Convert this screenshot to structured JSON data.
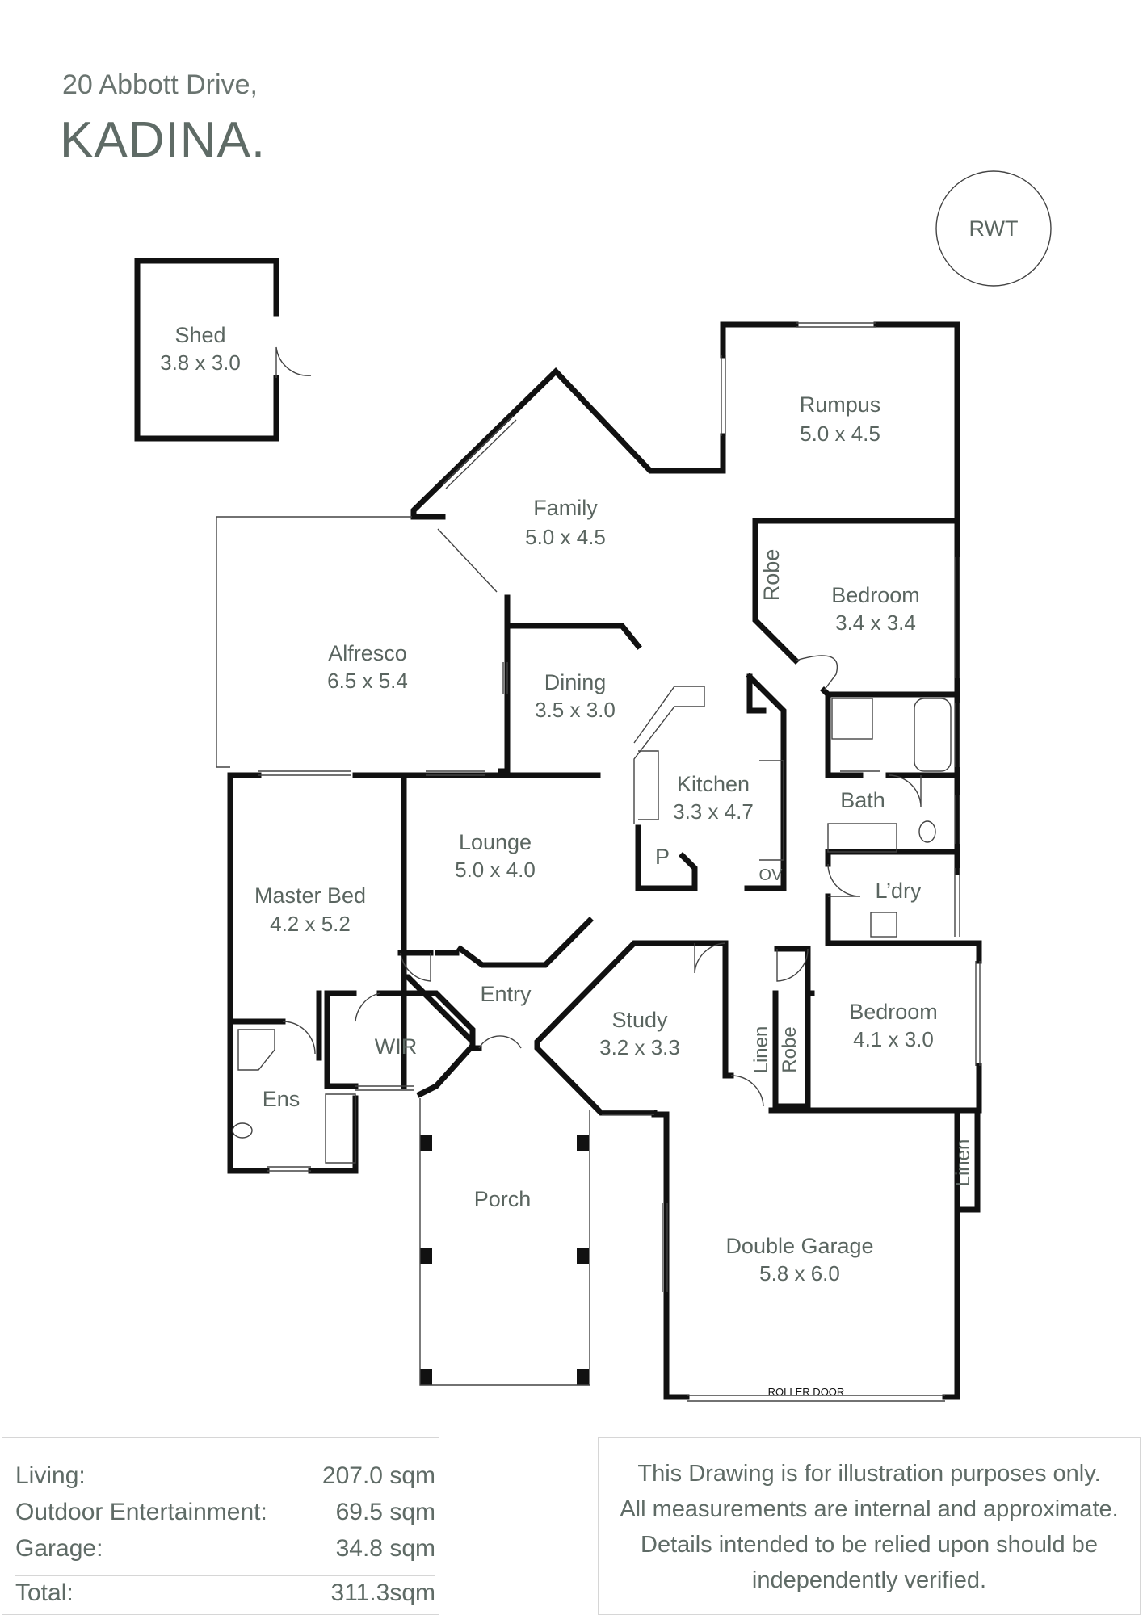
{
  "header": {
    "address_line": "20 Abbott Drive,",
    "town": "KADINA."
  },
  "features": {
    "rwt": "RWT",
    "roller_door": "ROLLER DOOR"
  },
  "rooms": {
    "shed": {
      "name": "Shed",
      "size": "3.8 x 3.0"
    },
    "family": {
      "name": "Family",
      "size": "5.0 x 4.5"
    },
    "rumpus": {
      "name": "Rumpus",
      "size": "5.0 x 4.5"
    },
    "bedroom1": {
      "name": "Bedroom",
      "size": "3.4 x 3.4"
    },
    "alfresco": {
      "name": "Alfresco",
      "size": "6.5 x 5.4"
    },
    "dining": {
      "name": "Dining",
      "size": "3.5 x 3.0"
    },
    "kitchen": {
      "name": "Kitchen",
      "size": "3.3 x 4.7"
    },
    "lounge": {
      "name": "Lounge",
      "size": "5.0 x 4.0"
    },
    "master": {
      "name": "Master Bed",
      "size": "4.2 x 5.2"
    },
    "study": {
      "name": "Study",
      "size": "3.2 x 3.3"
    },
    "bedroom2": {
      "name": "Bedroom",
      "size": "4.1 x 3.0"
    },
    "garage": {
      "name": "Double Garage",
      "size": "5.8 x 6.0"
    },
    "bath": "Bath",
    "laundry": "L’dry",
    "entry": "Entry",
    "wir": "WIR",
    "ens": "Ens",
    "porch": "Porch",
    "pantry": "P",
    "oven": "OV",
    "robe1": "Robe",
    "robe2": "Robe",
    "linen1": "Linen",
    "linen2": "Linen"
  },
  "areas": [
    {
      "label": "Living:",
      "value": "207.0 sqm"
    },
    {
      "label": "Outdoor Entertainment:",
      "value": "69.5 sqm"
    },
    {
      "label": "Garage:",
      "value": "34.8 sqm"
    },
    {
      "label": "Total:",
      "value": "311.3sqm"
    }
  ],
  "disclaimer": [
    "This Drawing is for illustration purposes only.",
    "All measurements are internal and approximate.",
    "Details intended to be relied upon should be",
    "independently verified."
  ]
}
